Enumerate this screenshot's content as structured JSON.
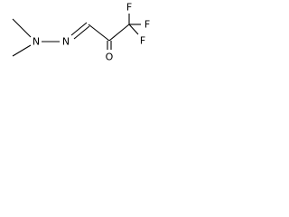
{
  "molecule": {
    "atoms": {
      "n1": "N",
      "n2": "N",
      "o1": "O",
      "f1": "F",
      "f2": "F",
      "f3": "F"
    }
  }
}
